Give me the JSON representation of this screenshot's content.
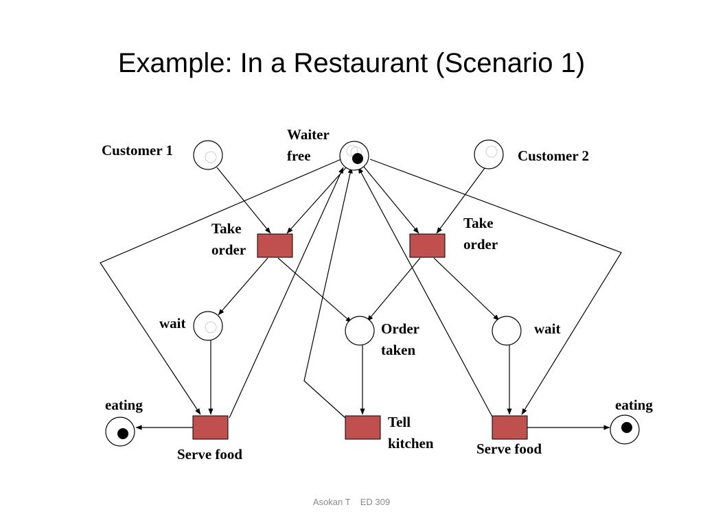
{
  "slide": {
    "title": "Example: In a Restaurant (Scenario 1)",
    "footer": "Asokan T    ED 309"
  },
  "colors": {
    "transition_fill": "#c0504d",
    "token": "#000000",
    "footer_text": "#8a8a8a"
  },
  "places": {
    "customer1": {
      "label": "Customer 1",
      "tokens": 0
    },
    "waiter_free": {
      "label_line1": "Waiter",
      "label_line2": "free",
      "tokens": 1
    },
    "customer2": {
      "label": "Customer 2",
      "tokens": 0
    },
    "wait_left": {
      "label": "wait",
      "tokens": 0
    },
    "order_taken": {
      "label_line1": "Order",
      "label_line2": "taken",
      "tokens": 0
    },
    "wait_right": {
      "label": "wait",
      "tokens": 0
    },
    "eating_left": {
      "label": "eating",
      "tokens": 1
    },
    "eating_right": {
      "label": "eating",
      "tokens": 1
    }
  },
  "transitions": {
    "take_order_left": {
      "label_line1": "Take",
      "label_line2": "order"
    },
    "take_order_right": {
      "label_line1": "Take",
      "label_line2": "order"
    },
    "serve_food_left": {
      "label": "Serve food"
    },
    "tell_kitchen": {
      "label_line1": "Tell",
      "label_line2": "kitchen"
    },
    "serve_food_right": {
      "label": "Serve food"
    }
  }
}
